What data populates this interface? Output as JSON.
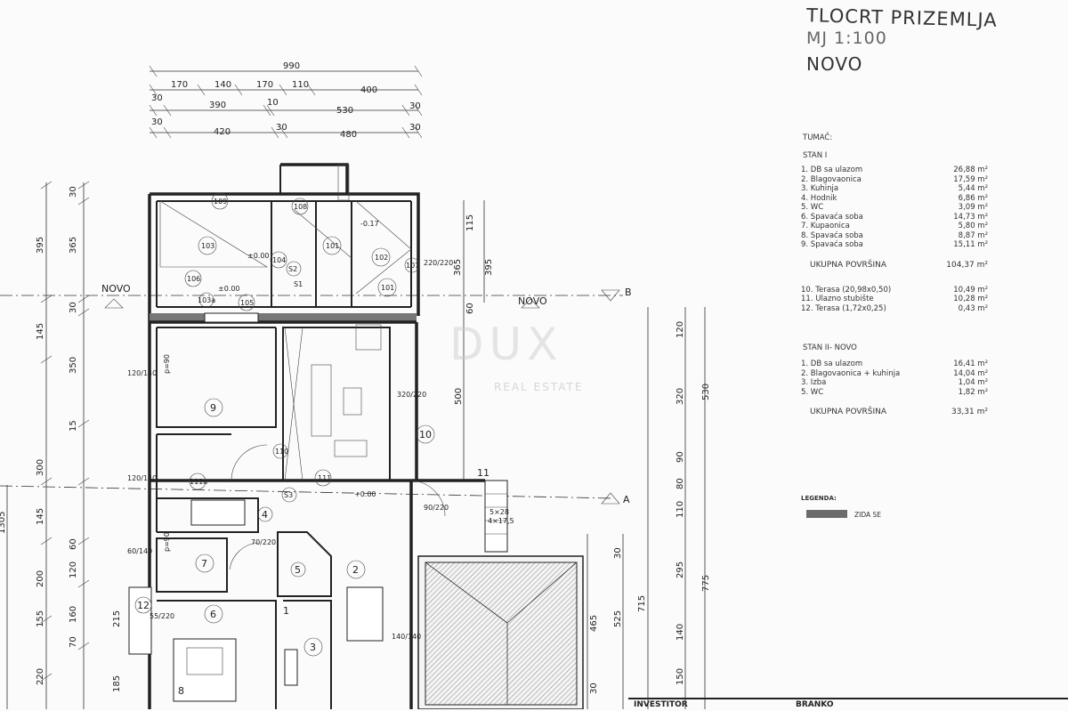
{
  "title": {
    "line1": "TLOCRT PRIZEMLJA",
    "line2": "MJ 1:100",
    "line3": "NOVO"
  },
  "legend": {
    "label": "TUMAČ:",
    "stan1": {
      "heading": "STAN I",
      "rows": [
        {
          "name": "1. DB sa ulazom",
          "area": "26,88 m²"
        },
        {
          "name": "2. Blagovaonica",
          "area": "17,59 m²"
        },
        {
          "name": "3. Kuhinja",
          "area": "5,44 m²"
        },
        {
          "name": "4. Hodnik",
          "area": "6,86 m²"
        },
        {
          "name": "5. WC",
          "area": "3,09 m²"
        },
        {
          "name": "6. Spavaća soba",
          "area": "14,73 m²"
        },
        {
          "name": "7. Kupaonica",
          "area": "5,80 m²"
        },
        {
          "name": "8. Spavaća soba",
          "area": "8,87 m²"
        },
        {
          "name": "9. Spavaća soba",
          "area": "15,11 m²"
        }
      ],
      "total_label": "UKUPNA POVRŠINA",
      "total": "104,37 m²",
      "extra": [
        {
          "name": "10. Terasa (20,98x0,50)",
          "area": "10,49 m²"
        },
        {
          "name": "11. Ulazno stubište",
          "area": "10,28 m²"
        },
        {
          "name": "12. Terasa (1,72x0,25)",
          "area": "0,43 m²"
        }
      ]
    },
    "stan2": {
      "heading": "STAN II- NOVO",
      "rows": [
        {
          "name": "1. DB sa ulazom",
          "area": "16,41 m²"
        },
        {
          "name": "2. Blagovaonica + kuhinja",
          "area": "14,04 m²"
        },
        {
          "name": "3. Izba",
          "area": "1,04 m²"
        },
        {
          "name": "5. WC",
          "area": "1,82 m²"
        }
      ],
      "total_label": "UKUPNA POVRŠINA",
      "total": "33,31 m²"
    },
    "legenda_label": "LEGENDA:",
    "zida_label": "ZIDA SE"
  },
  "watermark": {
    "main": "DUX",
    "sub": "REAL ESTATE"
  },
  "bottom_block": {
    "a": "INVESTITOR",
    "b": "BRANKO"
  },
  "dimensions": {
    "top_total": "990",
    "row1": [
      "170",
      "140",
      "170",
      "110",
      "400"
    ],
    "row2": [
      "30",
      "390",
      "10",
      "530",
      "30"
    ],
    "row3": [
      "30",
      "420",
      "30",
      "480",
      "30"
    ],
    "left_outer": [
      "395",
      "145",
      "300",
      "145",
      "200",
      "155",
      "220"
    ],
    "left_inner": [
      "30",
      "365",
      "30",
      "350",
      "15",
      "60",
      "120",
      "160",
      "70",
      "185",
      "215"
    ],
    "total_vertical": "1305",
    "right_chain1": [
      "115",
      "365",
      "395",
      "60",
      "500",
      "715"
    ],
    "right_chain2": [
      "120",
      "320",
      "90",
      "80",
      "110",
      "295",
      "140",
      "150"
    ],
    "right_chain3": [
      "530",
      "775",
      "30",
      "525",
      "465",
      "30"
    ]
  },
  "plan": {
    "section_labels": [
      "NOVO",
      "NOVO",
      "A",
      "B"
    ],
    "rooms": [
      "1",
      "2",
      "3",
      "4",
      "5",
      "6",
      "7",
      "8",
      "9",
      "10",
      "11",
      "12"
    ],
    "tags": [
      "101",
      "101",
      "102",
      "103",
      "103a",
      "104",
      "105",
      "106",
      "107",
      "108",
      "109",
      "110",
      "111",
      "111a",
      "S1",
      "S2",
      "S3"
    ],
    "levels": [
      "±0.00",
      "-0.17",
      "±0.00",
      "+0.00"
    ],
    "openings": [
      "120/140",
      "60/140",
      "120/140",
      "55/220",
      "70/220",
      "320/220",
      "90/220",
      "220/220",
      "140/140",
      "p=90",
      "p=90"
    ],
    "stairs_label": "4×17,5",
    "steps_label": "5×28"
  }
}
